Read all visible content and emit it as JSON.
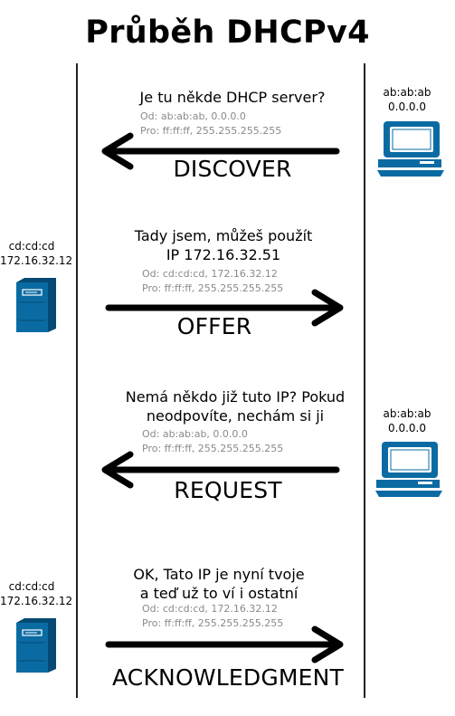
{
  "title": "Průběh DHCPv4",
  "steps": [
    {
      "message": [
        "Je tu někde DHCP server?"
      ],
      "from": "Od: ab:ab:ab, 0.0.0.0",
      "to": "Pro: ff:ff:ff, 255.255.255.255",
      "label": "DISCOVER",
      "direction": "left"
    },
    {
      "message": [
        "Tady jsem, můžeš použít",
        "IP 172.16.32.51"
      ],
      "from": "Od: cd:cd:cd, 172.16.32.12",
      "to": "Pro: ff:ff:ff, 255.255.255.255",
      "label": "OFFER",
      "direction": "right"
    },
    {
      "message": [
        "Nemá někdo již tuto IP? Pokud",
        "neodpovíte, nechám si ji"
      ],
      "from": "Od: ab:ab:ab, 0.0.0.0",
      "to": "Pro: ff:ff:ff, 255.255.255.255",
      "label": "REQUEST",
      "direction": "left"
    },
    {
      "message": [
        "OK, Tato IP je nyní tvoje",
        "a teď už to ví i ostatní"
      ],
      "from": "Od: cd:cd:cd, 172.16.32.12",
      "to": "Pro: ff:ff:ff, 255.255.255.255",
      "label": "ACKNOWLEDGMENT",
      "direction": "right"
    }
  ],
  "client": {
    "mac": "ab:ab:ab",
    "ip": "0.0.0.0"
  },
  "server": {
    "mac": "cd:cd:cd",
    "ip": "172.16.32.12"
  },
  "colors": {
    "icon": "#0a6ba3",
    "icon_dark": "#064a73",
    "address_text": "#8a8a8a",
    "line": "#222222"
  }
}
